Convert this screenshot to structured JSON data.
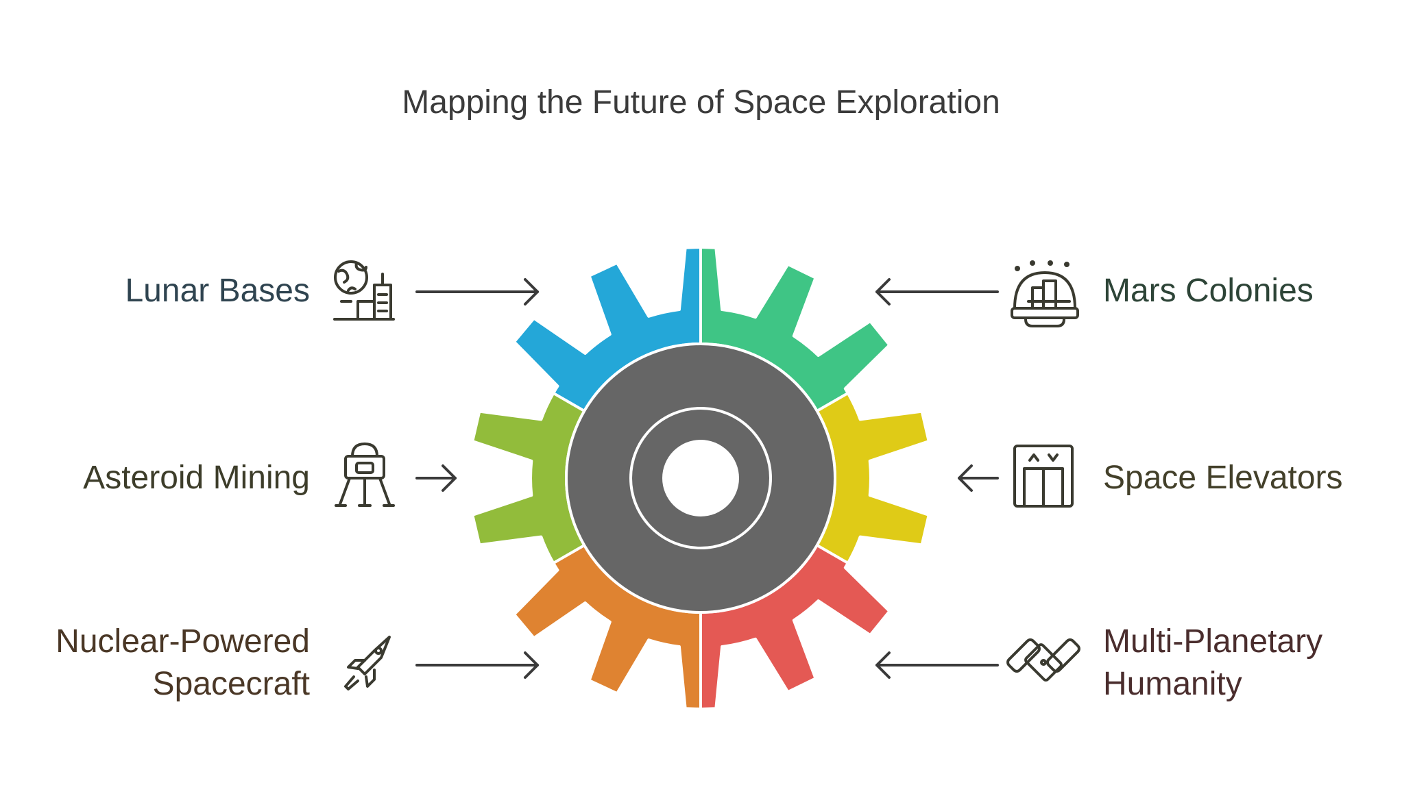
{
  "title": "Mapping the Future of Space Exploration",
  "items": [
    {
      "id": "lunar-bases",
      "lines": [
        "Lunar Bases"
      ],
      "side": "left",
      "color": "#24a7d8",
      "text_color": "#2f4450",
      "icon": "globe-city-icon"
    },
    {
      "id": "asteroid-mining",
      "lines": [
        "Asteroid Mining"
      ],
      "side": "left",
      "color": "#92bc3b",
      "text_color": "#3d3d2a",
      "icon": "lander-icon"
    },
    {
      "id": "nuclear-powered-spacecraft",
      "lines": [
        "Nuclear-Powered",
        "Spacecraft"
      ],
      "side": "left",
      "color": "#df8331",
      "text_color": "#4a3726",
      "icon": "rocket-icon"
    },
    {
      "id": "mars-colonies",
      "lines": [
        "Mars Colonies"
      ],
      "side": "right",
      "color": "#3fc585",
      "text_color": "#2d4437",
      "icon": "dome-city-icon"
    },
    {
      "id": "space-elevators",
      "lines": [
        "Space Elevators"
      ],
      "side": "right",
      "color": "#dfcb17",
      "text_color": "#43402a",
      "icon": "elevator-icon"
    },
    {
      "id": "multi-planetary-humanity",
      "lines": [
        "Multi-Planetary",
        "Humanity"
      ],
      "side": "right",
      "color": "#e45954",
      "text_color": "#4a2d2d",
      "icon": "satellite-icon"
    }
  ],
  "hub_color": "#666666",
  "icon_color": "#3a3a30",
  "arrow_color": "#3a3a3a"
}
